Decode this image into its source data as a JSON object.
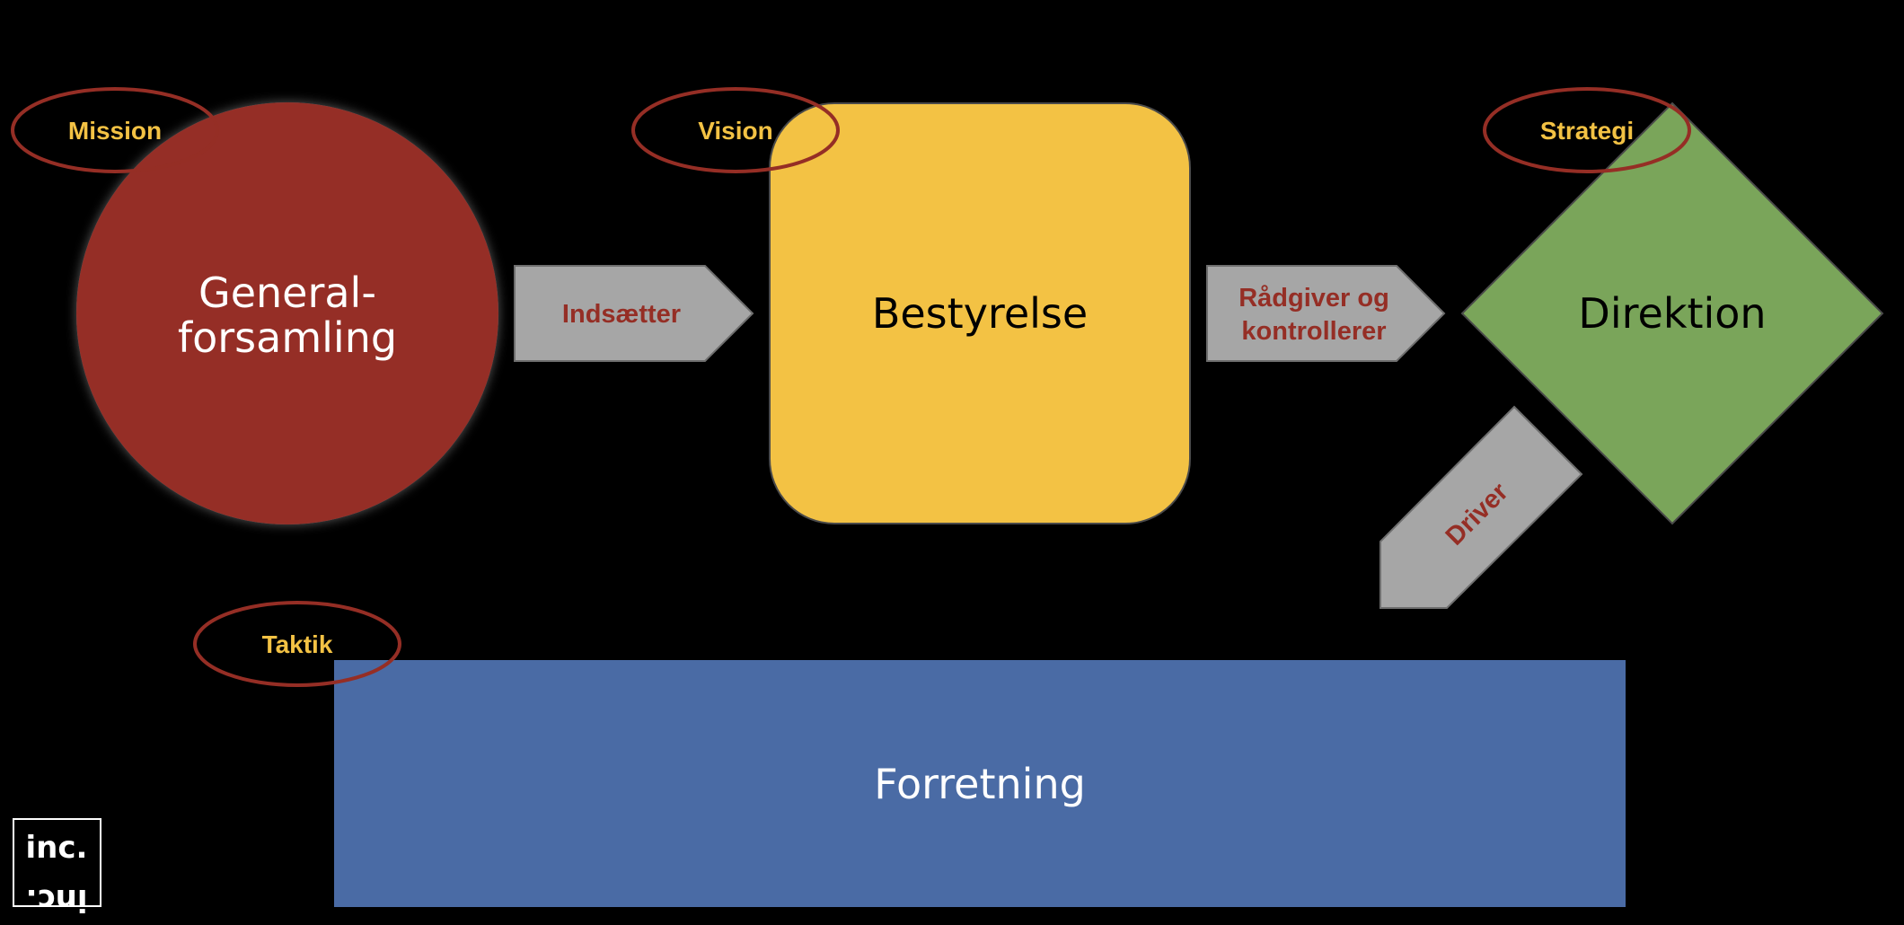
{
  "colors": {
    "background": "#000000",
    "circle": "#952e25",
    "rounded_square": "#f3c244",
    "diamond": "#7aa55a",
    "rectangle": "#4a6ba5",
    "arrow_fill": "#a6a6a6",
    "arrow_text": "#952e25",
    "ellipse_stroke": "#952e25",
    "ellipse_text": "#f3c244",
    "white_text": "#ffffff",
    "dark_text": "#000000"
  },
  "shapes": {
    "generalforsamling": {
      "line1": "General-",
      "line2": "forsamling"
    },
    "bestyrelse": {
      "label": "Bestyrelse"
    },
    "direktion": {
      "label": "Direktion"
    },
    "forretning": {
      "label": "Forretning"
    }
  },
  "arrows": {
    "indsaetter": {
      "label": "Indsætter"
    },
    "raadgiver": {
      "line1": "Rådgiver og",
      "line2": "kontrollerer"
    },
    "driver": {
      "label": "Driver"
    }
  },
  "ellipse_labels": {
    "mission": "Mission",
    "vision": "Vision",
    "strategi": "Strategi",
    "taktik": "Taktik"
  },
  "logo": {
    "text_top": "inc.",
    "text_bottom": "inc."
  }
}
